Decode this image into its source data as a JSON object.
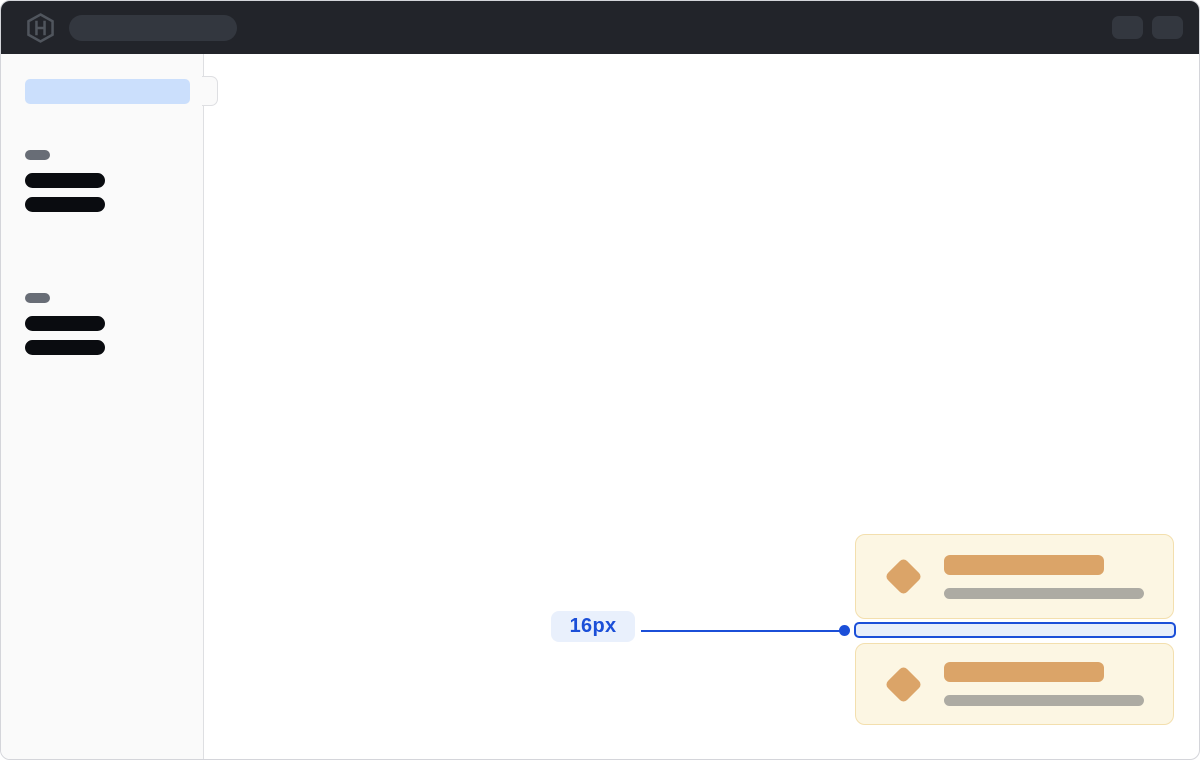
{
  "colors": {
    "frame_border": "#D4D5DA",
    "main_bg": "#FFFFFF",
    "topbar_bg": "#22242A",
    "topbar_pill": "#33373F",
    "logo_gray": "#50555D",
    "sidebar_bg": "#FAFAFA",
    "sidebar_border": "#DEDFE2",
    "selected_bg": "#CBDFFC",
    "section_pill": "#686D76",
    "nav_bar": "#0A0C10",
    "card_bg": "#FCF6E3",
    "card_border": "#F3DFAE",
    "accent_orange": "#DBA468",
    "muted_gray": "#ADABA3",
    "annotation_blue": "#1B4FD8",
    "annotation_bg": "#E9F0FC",
    "gap_fill": "#E7EEFA"
  },
  "topbar": {
    "logo_icon": "hashicorp-hexagon-h-logo"
  },
  "annotation": {
    "label": "16px"
  },
  "cards": {
    "icon": "diamond-alert-icon",
    "spacing_between": "16px"
  }
}
